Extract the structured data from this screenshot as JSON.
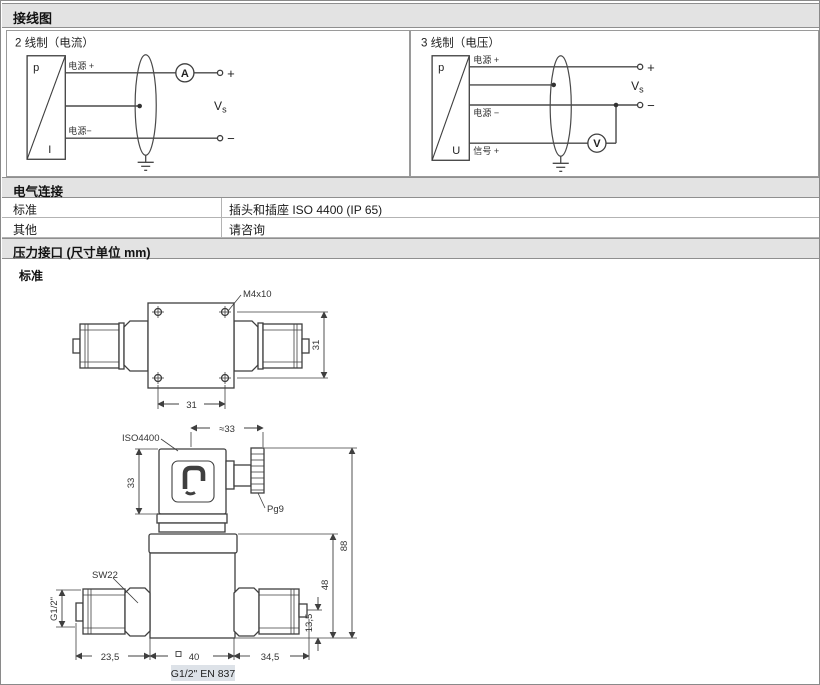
{
  "wiring": {
    "title": "接线图",
    "two_wire": {
      "title": "2 线制（电流）",
      "sensor_top": "p",
      "sensor_bottom": "I",
      "supply_plus": "电源 +",
      "supply_minus": "电源−",
      "meter": "A",
      "plus": "+",
      "minus": "−",
      "vs_main": "V",
      "vs_sub": "s"
    },
    "three_wire": {
      "title": "3 线制（电压）",
      "sensor_top": "p",
      "sensor_bottom": "U",
      "supply_plus": "电源 +",
      "supply_minus": "电源 −",
      "signal_plus": "信号 +",
      "meter": "V",
      "plus": "+",
      "minus": "−",
      "vs_main": "V",
      "vs_sub": "s"
    }
  },
  "electrical": {
    "title": "电气连接",
    "rows": [
      {
        "label": "标准",
        "value": "插头和插座 ISO 4400 (IP 65)"
      },
      {
        "label": "其他",
        "value": "请咨询"
      }
    ]
  },
  "pressure_port": {
    "title": "压力接口 (尺寸单位  mm)",
    "variant_label": "标准",
    "top_view": {
      "screw": "M4x10",
      "width": "31",
      "height": "31"
    },
    "side_view": {
      "connector": "ISO4400",
      "approx_width": "≈33",
      "connector_height": "33",
      "gland": "Pg9",
      "wrench": "SW22",
      "thread": "G1/2\"",
      "port_height": "13,5",
      "body_height": "48",
      "total_height": "88",
      "left_len": "23,5",
      "body_width": "40",
      "right_len": "34,5",
      "caption": "G1/2\" EN 837"
    }
  },
  "colors": {
    "bar_bg": "#e3e3e3",
    "border": "#8f8f8f",
    "line": "#3f3f3f",
    "caption_bg": "#dde2e8"
  }
}
